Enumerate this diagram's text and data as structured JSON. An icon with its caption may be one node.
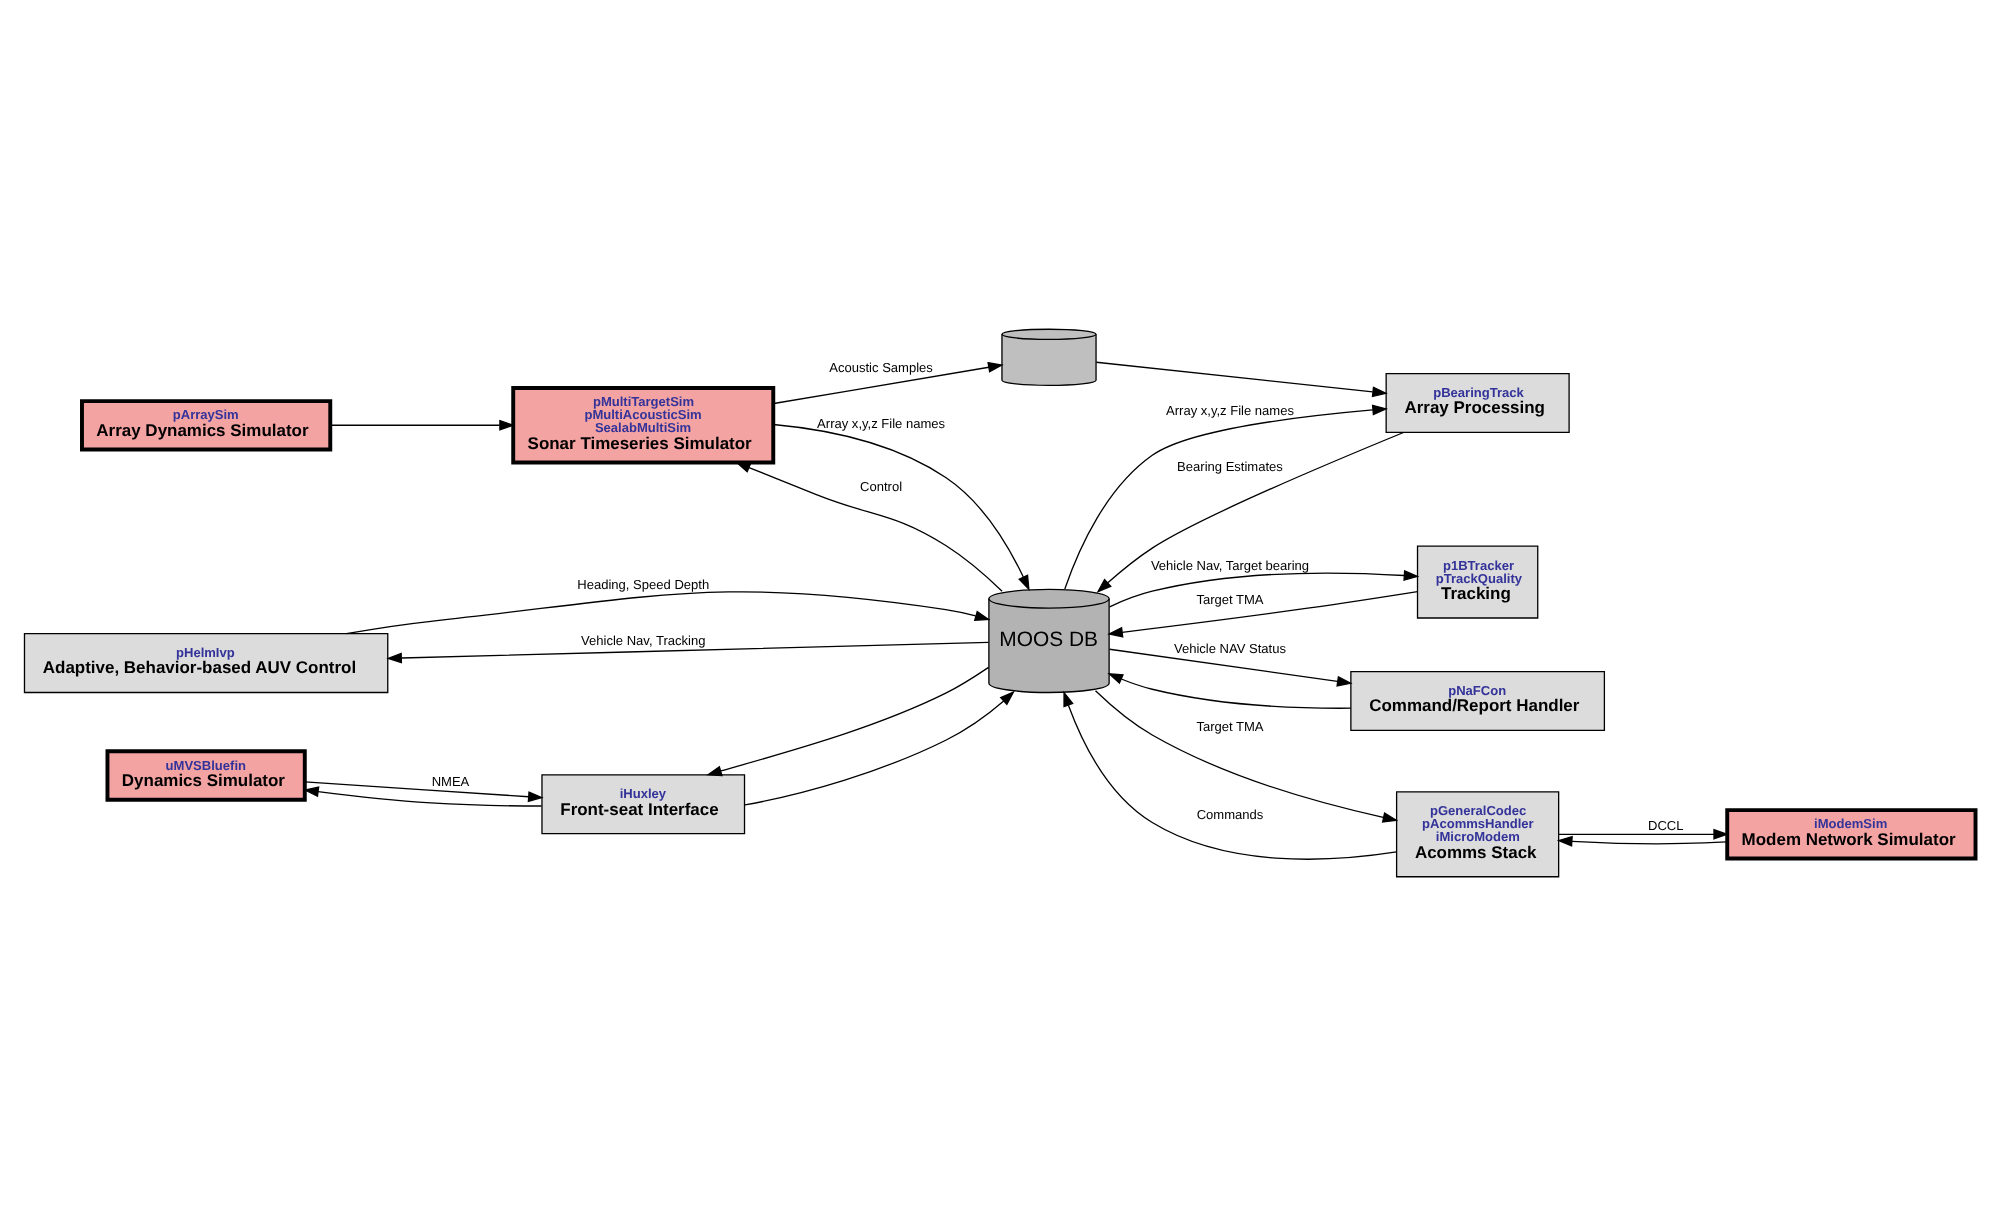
{
  "diagram": {
    "nodes": [
      {
        "text": [
          "pArraySim",
          "Array Dynamics Simulator"
        ]
      },
      {
        "text": [
          "pMultiTargetSim",
          "pMultiAcousticSim",
          "SealabMultiSim",
          "Sonar Timeseries Simulator"
        ]
      },
      {
        "text": [],
        "shape": "cylinder"
      },
      {
        "text": [
          "pBearingTrack",
          "Array Processing"
        ]
      },
      {
        "text": [
          "pHelmIvp",
          "Adaptive, Behavior-based AUV Control"
        ]
      },
      {
        "text": [
          "MOOS DB"
        ]
      },
      {
        "text": [
          "p1BTracker",
          "pTrackQuality",
          "Tracking"
        ]
      },
      {
        "text": [
          "uMVSBluefin",
          "Dynamics Simulator"
        ]
      },
      {
        "text": [
          "iHuxley",
          "Front-seat Interface"
        ]
      },
      {
        "text": [
          "pNaFCon",
          "Command/Report Handler"
        ]
      },
      {
        "text": [
          "pGeneralCodec",
          "pAcommsHandler",
          "iMicroModem",
          "Acomms Stack"
        ]
      },
      {
        "text": [
          "iModemSim",
          "Modem Network Simulator"
        ]
      }
    ],
    "edges": [
      {
        "from": 0,
        "to": 1,
        "arrow": "to"
      },
      {
        "from": 1,
        "to": 2,
        "arrow": "to",
        "label": "Acoustic Samples"
      },
      {
        "from": 2,
        "to": 3,
        "arrow": "to"
      },
      {
        "from": 1,
        "to": 5,
        "arrow": "to",
        "label": "Array x,y,z File names"
      },
      {
        "from": 5,
        "to": 1,
        "arrow": "to",
        "label": "Control"
      },
      {
        "from": 5,
        "to": 3,
        "arrow": "to",
        "label": "Array x,y,z File names"
      },
      {
        "from": 3,
        "to": 5,
        "arrow": "to",
        "label": "Bearing Estimates"
      },
      {
        "from": 5,
        "to": 4,
        "arrow": "to",
        "label": "Vehicle Nav, Tracking"
      },
      {
        "from": 4,
        "to": 5,
        "arrow": "to",
        "label": "Heading, Speed Depth"
      },
      {
        "from": 5,
        "to": 6,
        "arrow": "to",
        "label": "Vehicle Nav, Target bearing"
      },
      {
        "from": 6,
        "to": 5,
        "arrow": "to",
        "label": "Target TMA"
      },
      {
        "from": 5,
        "to": 8,
        "arrow": "to"
      },
      {
        "from": 8,
        "to": 5,
        "arrow": "to"
      },
      {
        "from": 5,
        "to": 9,
        "arrow": "to",
        "label": "Vehicle NAV Status"
      },
      {
        "from": 9,
        "to": 5,
        "arrow": "to"
      },
      {
        "from": 5,
        "to": 10,
        "arrow": "to",
        "label": "Target TMA"
      },
      {
        "from": 10,
        "to": 5,
        "arrow": "to",
        "label": "Commands"
      },
      {
        "from": 7,
        "to": 8,
        "arrow": "to",
        "label": "NMEA"
      },
      {
        "from": 8,
        "to": 7,
        "arrow": "to"
      },
      {
        "from": 10,
        "to": 11,
        "arrow": "to",
        "label": "DCCL"
      },
      {
        "from": 11,
        "to": 10,
        "arrow": "to"
      }
    ]
  }
}
